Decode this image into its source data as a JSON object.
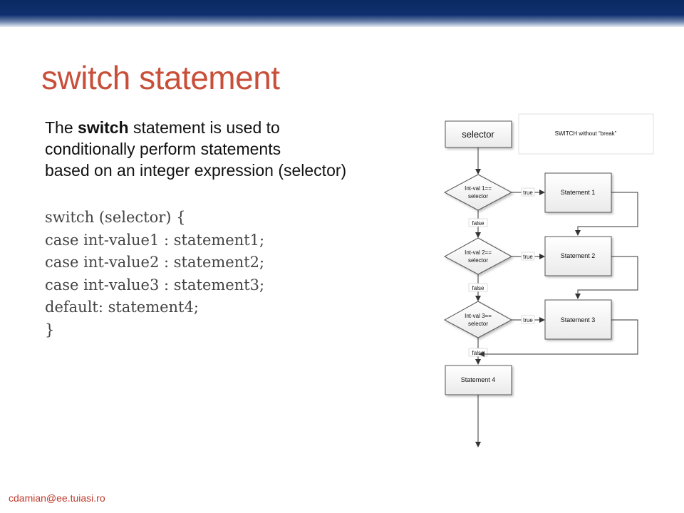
{
  "slide": {
    "title": "switch statement",
    "intro": {
      "part1": "The ",
      "keyword": "switch",
      "part2": " statement is used to",
      "line2": "conditionally perform statements",
      "line3": "based on an integer expression (selector)"
    },
    "code_lines": [
      "switch (selector) {",
      "case int-value1 : statement1;",
      "case int-value2 : statement2;",
      "case int-value3 : statement3;",
      "default: statement4;",
      "}"
    ],
    "footer_email": "cdamian@ee.tuiasi.ro"
  },
  "diagram": {
    "caption": "SWITCH without “break”",
    "selector_label": "selector",
    "decisions": [
      {
        "line1": "Int-val 1==",
        "line2": "selector"
      },
      {
        "line1": "Int-val 2==",
        "line2": "selector"
      },
      {
        "line1": "Int-val 3==",
        "line2": "selector"
      }
    ],
    "statements": [
      "Statement 1",
      "Statement 2",
      "Statement 3",
      "Statement 4"
    ],
    "true_label": "true",
    "false_label": "false"
  }
}
